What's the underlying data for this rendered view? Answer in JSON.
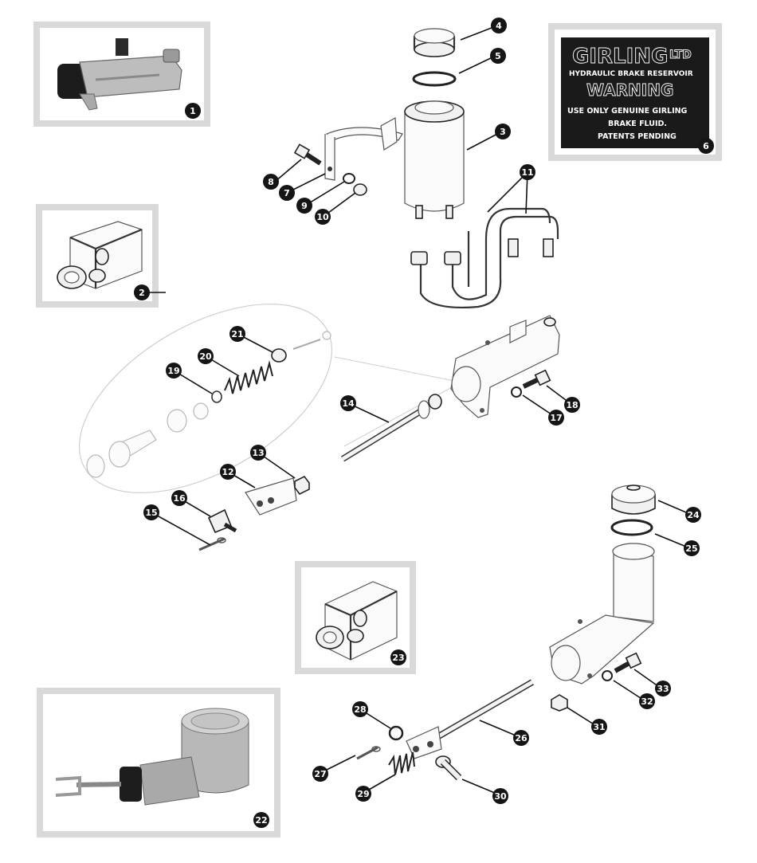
{
  "warning_label": {
    "brand": "GIRLING",
    "suffix": "LTD",
    "subtitle": "HYDRAULIC BRAKE RESERVOIR",
    "warning": "WARNING",
    "line1": "USE ONLY GENUINE GIRLING",
    "line2": "BRAKE FLUID.",
    "line3": "PATENTS PENDING"
  },
  "callouts": {
    "c1": "1",
    "c2": "2",
    "c3": "3",
    "c4": "4",
    "c5": "5",
    "c6": "6",
    "c7": "7",
    "c8": "8",
    "c9": "9",
    "c10": "10",
    "c11": "11",
    "c12": "12",
    "c13": "13",
    "c14": "14",
    "c15": "15",
    "c16": "16",
    "c17": "17",
    "c18": "18",
    "c19": "19",
    "c20": "20",
    "c21": "21",
    "c22": "22",
    "c23": "23",
    "c24": "24",
    "c25": "25",
    "c26": "26",
    "c27": "27",
    "c28": "28",
    "c29": "29",
    "c30": "30",
    "c31": "31",
    "c32": "32",
    "c33": "33"
  }
}
